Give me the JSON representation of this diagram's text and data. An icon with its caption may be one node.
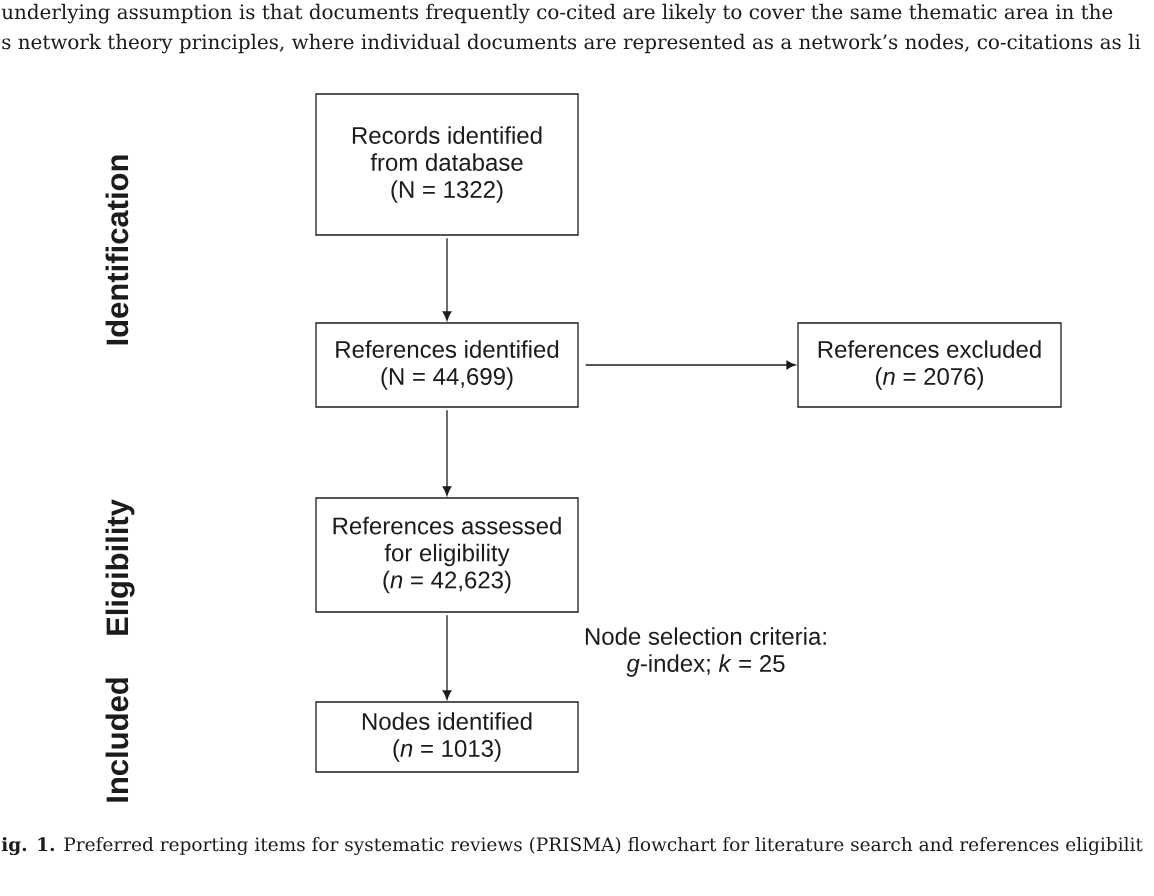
{
  "diagram": {
    "caption": "**ig. 1.** Preferred reporting items for systematic reviews (PRISMA) flowchart for literature search and references eligibilit",
    "nodes": [
      {
        "text": [
          "Records identified from database (N = 1322)"
        ]
      },
      {
        "text": [
          "References identified (N = 44,699)"
        ]
      },
      {
        "text": [
          "References excluded (*n* = 2076)"
        ]
      },
      {
        "text": [
          "References assessed for eligibility (*n* = 42,623)"
        ]
      },
      {
        "text": [
          "Nodes identified (*n* = 1013)"
        ]
      }
    ],
    "edges": [
      {
        "from": 0,
        "to": 1,
        "arrow": "to"
      },
      {
        "from": 1,
        "to": 2,
        "arrow": "to"
      },
      {
        "from": 1,
        "to": 3,
        "arrow": "to"
      },
      {
        "from": 3,
        "to": 4,
        "arrow": "to"
      }
    ],
    "labels": [
      "underlying assumption is that documents frequently co-cited are likely to cover the same thematic area in the",
      "s network theory principles, where individual documents are represented as a network’s nodes, co-citations as li",
      "Identification",
      "Eligibility",
      "Node selection criteria: *g*-index; *k* = 25",
      "Included"
    ]
  }
}
